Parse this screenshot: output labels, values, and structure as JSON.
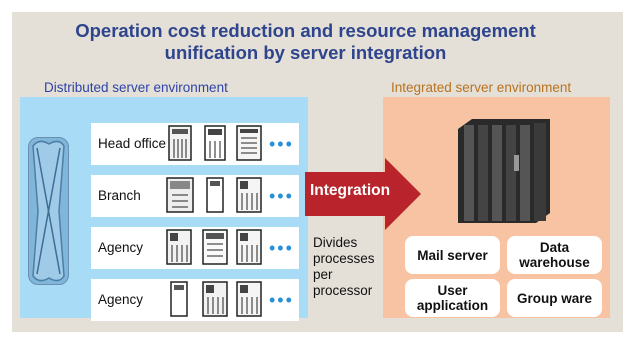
{
  "title": {
    "line1": "Operation cost reduction and resource management",
    "line2": "unification by server integration"
  },
  "distributed": {
    "label": "Distributed server environment",
    "rows": [
      {
        "label": "Head office"
      },
      {
        "label": "Branch"
      },
      {
        "label": "Agency"
      },
      {
        "label": "Agency"
      }
    ],
    "more_marker": "•••"
  },
  "arrow": {
    "label": "Integration"
  },
  "note": {
    "lines": [
      "Divides",
      "processes",
      "per",
      "processor"
    ]
  },
  "integrated": {
    "label": "Integrated server environment",
    "boxes": {
      "mail": "Mail server",
      "data": [
        "Data",
        "warehouse"
      ],
      "user": [
        "User",
        "application"
      ],
      "group": "Group ware"
    }
  },
  "colors": {
    "title": "#2e458e",
    "distributed_panel": "#a8dcf6",
    "integrated_panel": "#f7c3a2",
    "arrow": "#b8232c",
    "dots": "#2a8fd6"
  }
}
